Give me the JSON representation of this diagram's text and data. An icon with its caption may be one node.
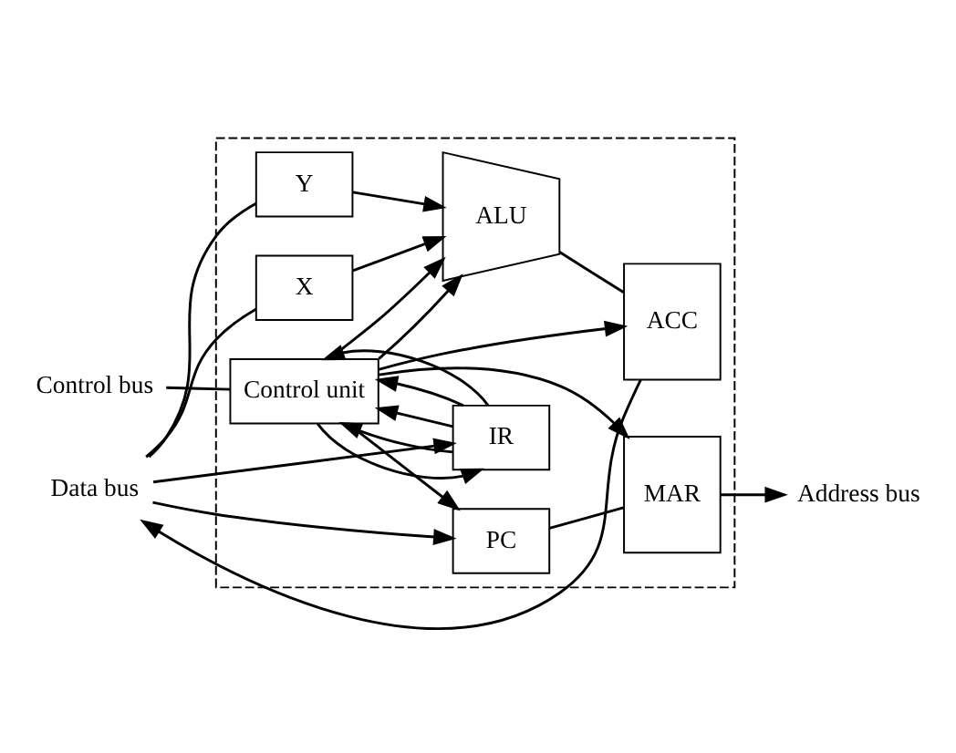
{
  "diagram": {
    "nodes": [
      {
        "text": [],
        "shape": "box"
      },
      {
        "text": [
          "Address bus"
        ]
      },
      {
        "text": [
          "MAR"
        ],
        "in": 0
      },
      {
        "text": [
          "PC"
        ],
        "in": 0
      },
      {
        "text": [
          "IR"
        ],
        "in": 0
      },
      {
        "text": [
          "Control unit"
        ],
        "in": 0
      },
      {
        "text": [
          "Control bus"
        ]
      },
      {
        "text": [
          "X"
        ],
        "in": 0
      },
      {
        "text": [
          "Y"
        ],
        "in": 0
      },
      {
        "text": [
          "ALU"
        ],
        "in": 0
      },
      {
        "text": [
          "ACC"
        ],
        "in": 0
      },
      {
        "text": [
          "Data bus"
        ]
      }
    ],
    "edges": [
      {
        "from": 2,
        "to": 1,
        "arrow": "to"
      },
      {
        "from": 3,
        "to": 2,
        "arrow": "none"
      },
      {
        "from": 5,
        "to": 2,
        "arrow": "to"
      },
      {
        "from": 5,
        "to": 3,
        "arrow": "to"
      },
      {
        "from": 5,
        "to": 4,
        "arrow": "to"
      },
      {
        "from": 4,
        "to": 5,
        "arrow": "to"
      },
      {
        "from": 4,
        "to": 5,
        "arrow": "to"
      },
      {
        "from": 4,
        "to": 5,
        "arrow": "to"
      },
      {
        "from": 4,
        "to": 5,
        "arrow": "to"
      },
      {
        "from": 6,
        "to": 5,
        "arrow": "none"
      },
      {
        "from": 5,
        "to": 9,
        "arrow": "to"
      },
      {
        "from": 5,
        "to": 9,
        "arrow": "to"
      },
      {
        "from": 5,
        "to": 10,
        "arrow": "to"
      },
      {
        "from": 11,
        "to": 7,
        "arrow": "none"
      },
      {
        "from": 11,
        "to": 8,
        "arrow": "none"
      },
      {
        "from": 7,
        "to": 9,
        "arrow": "to"
      },
      {
        "from": 8,
        "to": 9,
        "arrow": "to"
      },
      {
        "from": 9,
        "to": 10,
        "arrow": "none"
      },
      {
        "from": 10,
        "to": 11,
        "arrow": "to"
      },
      {
        "from": 11,
        "to": 3,
        "arrow": "to"
      },
      {
        "from": 11,
        "to": 4,
        "arrow": "to"
      }
    ]
  }
}
